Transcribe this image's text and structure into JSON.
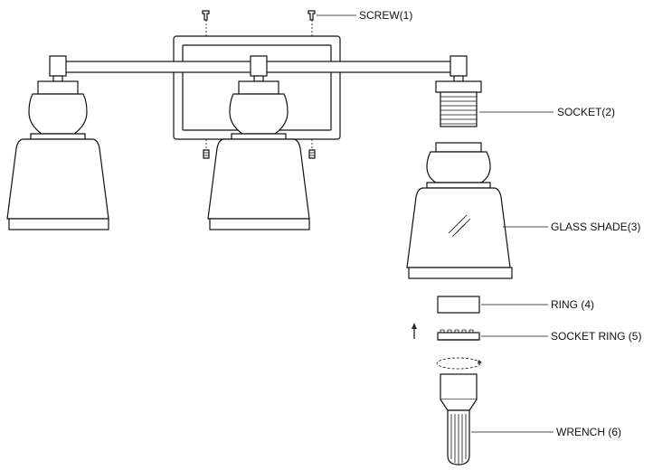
{
  "labels": {
    "screw": "SCREW(1)",
    "socket": "SOCKET(2)",
    "glass_shade": "GLASS SHADE(3)",
    "ring": "RING (4)",
    "socket_ring": "SOCKET RING (5)",
    "wrench": "WRENCH (6)"
  },
  "colors": {
    "line": "#111111",
    "background": "#ffffff"
  }
}
